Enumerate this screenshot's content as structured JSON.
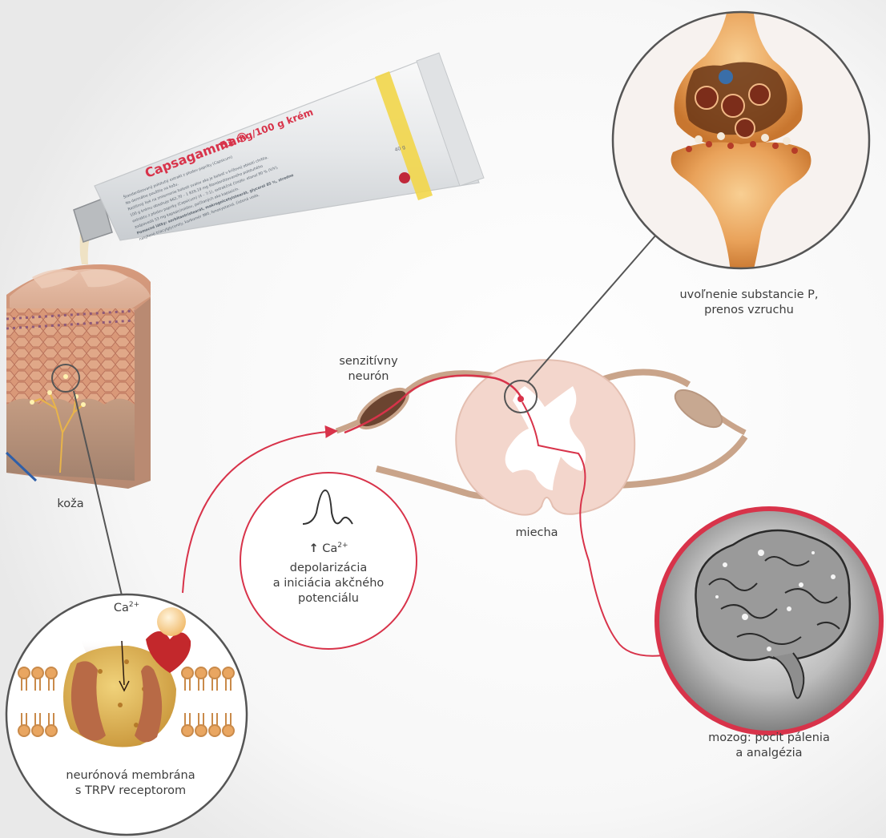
{
  "labels": {
    "koza": "koža",
    "senzitivny_line1": "senzitívny",
    "senzitivny_line2": "neurón",
    "miecha": "miecha",
    "substancia_line1": "uvoľnenie substancie P,",
    "substancia_line2": "prenos vzruchu",
    "mozog_line1": "mozog: pocit pálenia",
    "mozog_line2": "a analgézia",
    "membrana_line1": "neurónová membrána",
    "membrana_line2": "s TRPV receptorom",
    "ca_base": "Ca",
    "ca_sup": "2+",
    "arrow_up": "↑",
    "depol_line1": "depolarizácia",
    "depol_line2": "a iniciácia akčného",
    "depol_line3": "potenciálu"
  },
  "tube": {
    "brand": "Capsagamma",
    "strength": "53 mg/100 g krém",
    "small_lines": [
      "Štandardizovaný polotuhý extrakt z plodov papriky (Capsicum)",
      "Na dermálne použitie na kožu.",
      "Rastlinný liek na zmiernenie bolesti svalov ako je bolesť v krížovej oblasti chrbta.",
      "100 g krému obsahuje 662,70 – 1 829,19 mg štandardizovaného polotuhého",
      "extraktu z plodov papriky (Capsicum) (4 – 7:1), extrakčné činidlo: etanol 80 % (V/V),",
      "zodpovedá 53 mg kapsaicinoidov, počítaných ako kapsaicín.",
      "Pomocné látky: sorbitantristearát, makrogolcetylstearát, glycerol 85 %, stredne",
      "nasýtené triacylglyceroly, karbomér 980, fenoxyetanol, čistená voda,"
    ],
    "net": "40 g",
    "colors": {
      "tube": "#e8eaec",
      "stripe": "#f2d64a",
      "brand": "#d8334a"
    }
  },
  "colors": {
    "accent": "#d8334a",
    "circle": "#555555",
    "cord": "#f3d6cc",
    "nerve": "#c9a48a"
  }
}
